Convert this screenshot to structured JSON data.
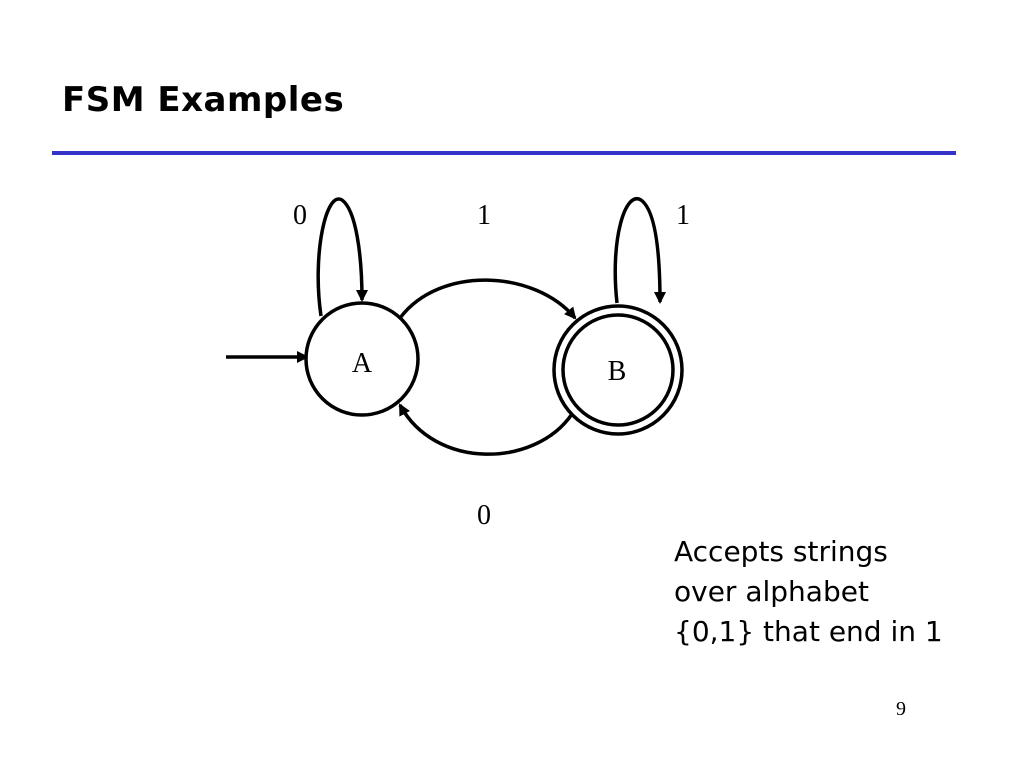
{
  "slide": {
    "title": "FSM Examples",
    "accent_color": "#3333cc",
    "page_number": "9"
  },
  "diagram": {
    "states": [
      {
        "id": "A",
        "label": "A",
        "start": true,
        "accepting": false
      },
      {
        "id": "B",
        "label": "B",
        "start": false,
        "accepting": true
      }
    ],
    "transitions": [
      {
        "from": "A",
        "to": "A",
        "label": "0"
      },
      {
        "from": "A",
        "to": "B",
        "label": "1"
      },
      {
        "from": "B",
        "to": "B",
        "label": "1"
      },
      {
        "from": "B",
        "to": "A",
        "label": "0"
      }
    ]
  },
  "caption": {
    "lines": [
      "Accepts strings",
      "over alphabet",
      "{0,1} that end in 1"
    ]
  }
}
